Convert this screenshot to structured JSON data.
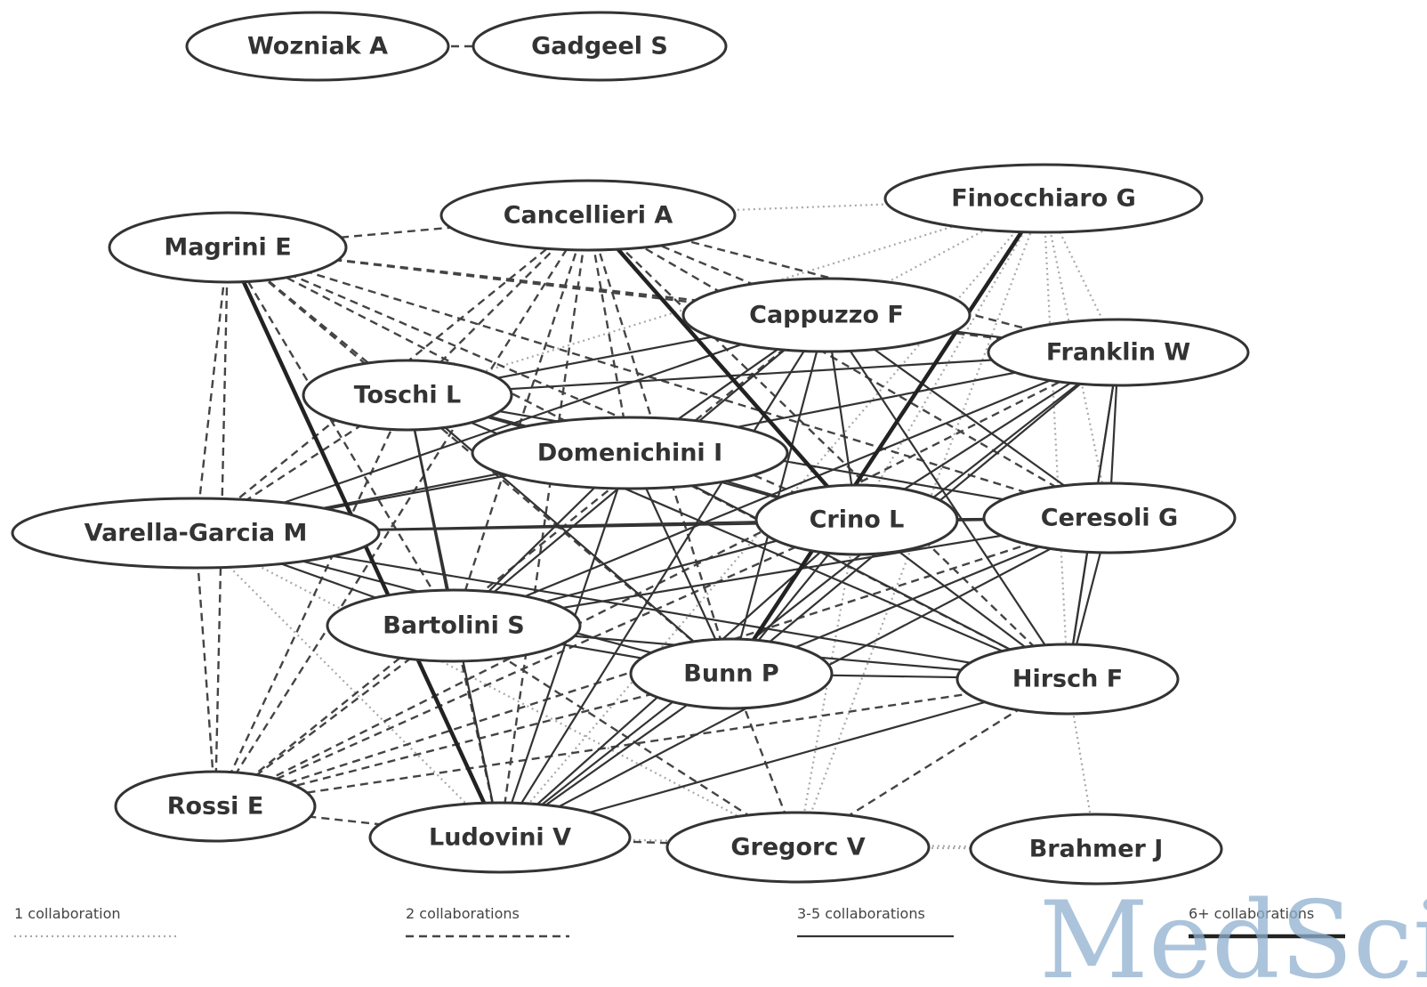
{
  "nodes": [
    {
      "id": "wozniak",
      "label": "Wozniak A"
    },
    {
      "id": "gadgeel",
      "label": "Gadgeel S"
    },
    {
      "id": "finocchiaro",
      "label": "Finocchiaro G"
    },
    {
      "id": "cancellieri",
      "label": "Cancellieri A"
    },
    {
      "id": "magrini",
      "label": "Magrini E"
    },
    {
      "id": "cappuzzo",
      "label": "Cappuzzo F"
    },
    {
      "id": "franklin",
      "label": "Franklin W"
    },
    {
      "id": "toschi",
      "label": "Toschi L"
    },
    {
      "id": "domenichini",
      "label": "Domenichini I"
    },
    {
      "id": "crino",
      "label": "Crino L"
    },
    {
      "id": "ceresoli",
      "label": "Ceresoli G"
    },
    {
      "id": "varella",
      "label": "Varella-Garcia M"
    },
    {
      "id": "bartolini",
      "label": "Bartolini S"
    },
    {
      "id": "bunn",
      "label": "Bunn P"
    },
    {
      "id": "hirsch",
      "label": "Hirsch F"
    },
    {
      "id": "rossi",
      "label": "Rossi E"
    },
    {
      "id": "ludovini",
      "label": "Ludovini V"
    },
    {
      "id": "gregorc",
      "label": "Gregorc V"
    },
    {
      "id": "brahmer",
      "label": "Brahmer J"
    }
  ],
  "edges": [
    {
      "from": "wozniak",
      "to": "gadgeel",
      "style": "two"
    },
    {
      "from": "cancellieri",
      "to": "magrini",
      "style": "two"
    },
    {
      "from": "cancellieri",
      "to": "finocchiaro",
      "style": "one"
    },
    {
      "from": "cancellieri",
      "to": "cappuzzo",
      "style": "two"
    },
    {
      "from": "cancellieri",
      "to": "franklin",
      "style": "two"
    },
    {
      "from": "cancellieri",
      "to": "toschi",
      "style": "two"
    },
    {
      "from": "cancellieri",
      "to": "domenichini",
      "style": "two"
    },
    {
      "from": "cancellieri",
      "to": "crino",
      "style": "six"
    },
    {
      "from": "cancellieri",
      "to": "ceresoli",
      "style": "two"
    },
    {
      "from": "cancellieri",
      "to": "varella",
      "style": "two"
    },
    {
      "from": "cancellieri",
      "to": "bartolini",
      "style": "two"
    },
    {
      "from": "cancellieri",
      "to": "bunn",
      "style": "two"
    },
    {
      "from": "cancellieri",
      "to": "hirsch",
      "style": "two"
    },
    {
      "from": "cancellieri",
      "to": "rossi",
      "style": "two"
    },
    {
      "from": "cancellieri",
      "to": "ludovini",
      "style": "two"
    },
    {
      "from": "magrini",
      "to": "cappuzzo",
      "style": "two"
    },
    {
      "from": "magrini",
      "to": "franklin",
      "style": "two"
    },
    {
      "from": "magrini",
      "to": "toschi",
      "style": "two"
    },
    {
      "from": "magrini",
      "to": "crino",
      "style": "two"
    },
    {
      "from": "magrini",
      "to": "ceresoli",
      "style": "two"
    },
    {
      "from": "magrini",
      "to": "bartolini",
      "style": "two"
    },
    {
      "from": "magrini",
      "to": "bunn",
      "style": "two"
    },
    {
      "from": "magrini",
      "to": "hirsch",
      "style": "two"
    },
    {
      "from": "magrini",
      "to": "rossi",
      "style": "two"
    },
    {
      "from": "magrini",
      "to": "ludovini",
      "style": "six"
    },
    {
      "from": "magrini",
      "to": "varella",
      "style": "two"
    },
    {
      "from": "finocchiaro",
      "to": "cappuzzo",
      "style": "one"
    },
    {
      "from": "finocchiaro",
      "to": "franklin",
      "style": "one"
    },
    {
      "from": "finocchiaro",
      "to": "toschi",
      "style": "one"
    },
    {
      "from": "finocchiaro",
      "to": "crino",
      "style": "one"
    },
    {
      "from": "finocchiaro",
      "to": "ceresoli",
      "style": "one"
    },
    {
      "from": "finocchiaro",
      "to": "hirsch",
      "style": "one"
    },
    {
      "from": "finocchiaro",
      "to": "bunn",
      "style": "six"
    },
    {
      "from": "finocchiaro",
      "to": "ludovini",
      "style": "one"
    },
    {
      "from": "finocchiaro",
      "to": "gregorc",
      "style": "one"
    },
    {
      "from": "cappuzzo",
      "to": "franklin",
      "style": "three"
    },
    {
      "from": "cappuzzo",
      "to": "toschi",
      "style": "three"
    },
    {
      "from": "cappuzzo",
      "to": "crino",
      "style": "three"
    },
    {
      "from": "cappuzzo",
      "to": "ceresoli",
      "style": "three"
    },
    {
      "from": "cappuzzo",
      "to": "varella",
      "style": "three"
    },
    {
      "from": "cappuzzo",
      "to": "bartolini",
      "style": "three"
    },
    {
      "from": "cappuzzo",
      "to": "bunn",
      "style": "three"
    },
    {
      "from": "cappuzzo",
      "to": "hirsch",
      "style": "three"
    },
    {
      "from": "cappuzzo",
      "to": "rossi",
      "style": "two"
    },
    {
      "from": "cappuzzo",
      "to": "ludovini",
      "style": "three"
    },
    {
      "from": "cappuzzo",
      "to": "domenichini",
      "style": "three"
    },
    {
      "from": "franklin",
      "to": "toschi",
      "style": "three"
    },
    {
      "from": "franklin",
      "to": "crino",
      "style": "three"
    },
    {
      "from": "franklin",
      "to": "ceresoli",
      "style": "three"
    },
    {
      "from": "franklin",
      "to": "varella",
      "style": "three"
    },
    {
      "from": "franklin",
      "to": "bartolini",
      "style": "three"
    },
    {
      "from": "franklin",
      "to": "bunn",
      "style": "three"
    },
    {
      "from": "franklin",
      "to": "hirsch",
      "style": "three"
    },
    {
      "from": "franklin",
      "to": "rossi",
      "style": "two"
    },
    {
      "from": "franklin",
      "to": "ludovini",
      "style": "three"
    },
    {
      "from": "toschi",
      "to": "domenichini",
      "style": "three"
    },
    {
      "from": "toschi",
      "to": "crino",
      "style": "three"
    },
    {
      "from": "toschi",
      "to": "ceresoli",
      "style": "three"
    },
    {
      "from": "toschi",
      "to": "varella",
      "style": "two"
    },
    {
      "from": "toschi",
      "to": "bartolini",
      "style": "three"
    },
    {
      "from": "toschi",
      "to": "bunn",
      "style": "three"
    },
    {
      "from": "toschi",
      "to": "hirsch",
      "style": "three"
    },
    {
      "from": "toschi",
      "to": "ludovini",
      "style": "three"
    },
    {
      "from": "toschi",
      "to": "rossi",
      "style": "two"
    },
    {
      "from": "domenichini",
      "to": "crino",
      "style": "three"
    },
    {
      "from": "domenichini",
      "to": "varella",
      "style": "three"
    },
    {
      "from": "domenichini",
      "to": "bartolini",
      "style": "three"
    },
    {
      "from": "domenichini",
      "to": "bunn",
      "style": "three"
    },
    {
      "from": "domenichini",
      "to": "hirsch",
      "style": "three"
    },
    {
      "from": "domenichini",
      "to": "ludovini",
      "style": "three"
    },
    {
      "from": "crino",
      "to": "ceresoli",
      "style": "three"
    },
    {
      "from": "crino",
      "to": "varella",
      "style": "three"
    },
    {
      "from": "crino",
      "to": "bartolini",
      "style": "three"
    },
    {
      "from": "crino",
      "to": "bunn",
      "style": "three"
    },
    {
      "from": "crino",
      "to": "hirsch",
      "style": "three"
    },
    {
      "from": "crino",
      "to": "rossi",
      "style": "two"
    },
    {
      "from": "crino",
      "to": "ludovini",
      "style": "three"
    },
    {
      "from": "crino",
      "to": "gregorc",
      "style": "one"
    },
    {
      "from": "ceresoli",
      "to": "varella",
      "style": "three"
    },
    {
      "from": "ceresoli",
      "to": "bartolini",
      "style": "three"
    },
    {
      "from": "ceresoli",
      "to": "bunn",
      "style": "three"
    },
    {
      "from": "ceresoli",
      "to": "hirsch",
      "style": "three"
    },
    {
      "from": "ceresoli",
      "to": "ludovini",
      "style": "three"
    },
    {
      "from": "ceresoli",
      "to": "rossi",
      "style": "two"
    },
    {
      "from": "varella",
      "to": "bartolini",
      "style": "three"
    },
    {
      "from": "varella",
      "to": "bunn",
      "style": "three"
    },
    {
      "from": "varella",
      "to": "hirsch",
      "style": "three"
    },
    {
      "from": "varella",
      "to": "rossi",
      "style": "two"
    },
    {
      "from": "varella",
      "to": "ludovini",
      "style": "one"
    },
    {
      "from": "varella",
      "to": "gregorc",
      "style": "one"
    },
    {
      "from": "bartolini",
      "to": "bunn",
      "style": "three"
    },
    {
      "from": "bartolini",
      "to": "hirsch",
      "style": "three"
    },
    {
      "from": "bartolini",
      "to": "rossi",
      "style": "two"
    },
    {
      "from": "bartolini",
      "to": "ludovini",
      "style": "two"
    },
    {
      "from": "bartolini",
      "to": "gregorc",
      "style": "two"
    },
    {
      "from": "bunn",
      "to": "hirsch",
      "style": "three"
    },
    {
      "from": "bunn",
      "to": "rossi",
      "style": "two"
    },
    {
      "from": "bunn",
      "to": "ludovini",
      "style": "three"
    },
    {
      "from": "bunn",
      "to": "gregorc",
      "style": "two"
    },
    {
      "from": "hirsch",
      "to": "rossi",
      "style": "two"
    },
    {
      "from": "hirsch",
      "to": "ludovini",
      "style": "three"
    },
    {
      "from": "hirsch",
      "to": "gregorc",
      "style": "two"
    },
    {
      "from": "hirsch",
      "to": "brahmer",
      "style": "one"
    },
    {
      "from": "hirsch",
      "to": "franklin",
      "style": "three"
    },
    {
      "from": "rossi",
      "to": "ludovini",
      "style": "two"
    },
    {
      "from": "ludovini",
      "to": "gregorc",
      "style": "two"
    },
    {
      "from": "gregorc",
      "to": "brahmer",
      "style": "one"
    },
    {
      "from": "ludovini",
      "to": "brahmer",
      "style": "one"
    }
  ],
  "legend": [
    {
      "style": "one",
      "label": "1 collaboration"
    },
    {
      "style": "two",
      "label": "2 collaborations"
    },
    {
      "style": "three",
      "label": "3-5 collaborations"
    },
    {
      "style": "six",
      "label": "6+ collaborations"
    }
  ],
  "watermark": "MedSci",
  "colors": {
    "ink": "#333333",
    "dotted": "#a8a8a8",
    "watermark": "#8fb1cf",
    "background": "#ffffff"
  }
}
